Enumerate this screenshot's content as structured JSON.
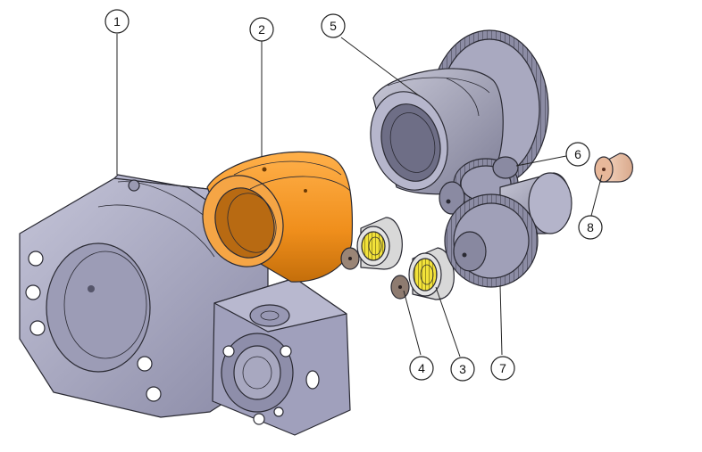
{
  "diagram": {
    "type": "exploded-assembly",
    "callouts": [
      {
        "id": "housing",
        "label": "1"
      },
      {
        "id": "sleeve-bushing",
        "label": "2"
      },
      {
        "id": "needle-bearing-lower",
        "label": "3"
      },
      {
        "id": "thrust-washer",
        "label": "4"
      },
      {
        "id": "ring-gear-hub",
        "label": "5"
      },
      {
        "id": "small-pinion-gear",
        "label": "6"
      },
      {
        "id": "shaft-gear",
        "label": "7"
      },
      {
        "id": "bushing-plug",
        "label": "8"
      }
    ],
    "colors": {
      "housing": "#a8a8c2",
      "housing_dark": "#7c7c98",
      "sleeve": "#f39a2a",
      "gear": "#9a9ab0",
      "bearing_cage": "#d8d8d8",
      "needle": "#f2e23a",
      "washer": "#8e7b70",
      "plug": "#efc8b0",
      "line": "#222222"
    }
  }
}
